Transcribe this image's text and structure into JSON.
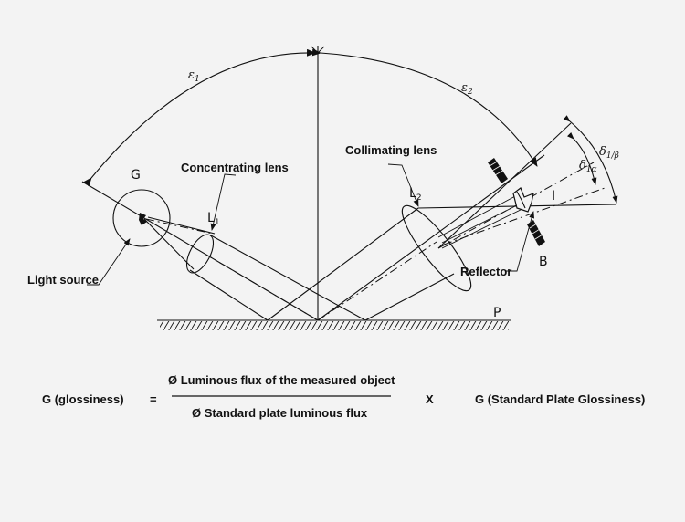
{
  "labels": {
    "concentrating_lens": "Concentrating lens",
    "collimating_lens": "Collimating lens",
    "light_source": "Light source",
    "reflector": "Reflector",
    "g": "G",
    "l1": "L",
    "l1_sub": "1",
    "l2": "L",
    "l2_sub": "2",
    "p": "P",
    "b": "B",
    "i": "I",
    "eps1": "ε",
    "eps1_sub": "1",
    "eps2": "ε",
    "eps2_sub": "2",
    "delta_1a": "δ",
    "delta_1a_sub": "1α",
    "delta_1b": "δ",
    "delta_1b_sub": "1/β"
  },
  "formula": {
    "lhs": "G (glossiness)",
    "equals": "=",
    "numerator": "Ø Luminous flux of the measured object",
    "denominator": "Ø Standard plate luminous flux",
    "times": "X",
    "rhs": "G (Standard Plate Glossiness)"
  }
}
